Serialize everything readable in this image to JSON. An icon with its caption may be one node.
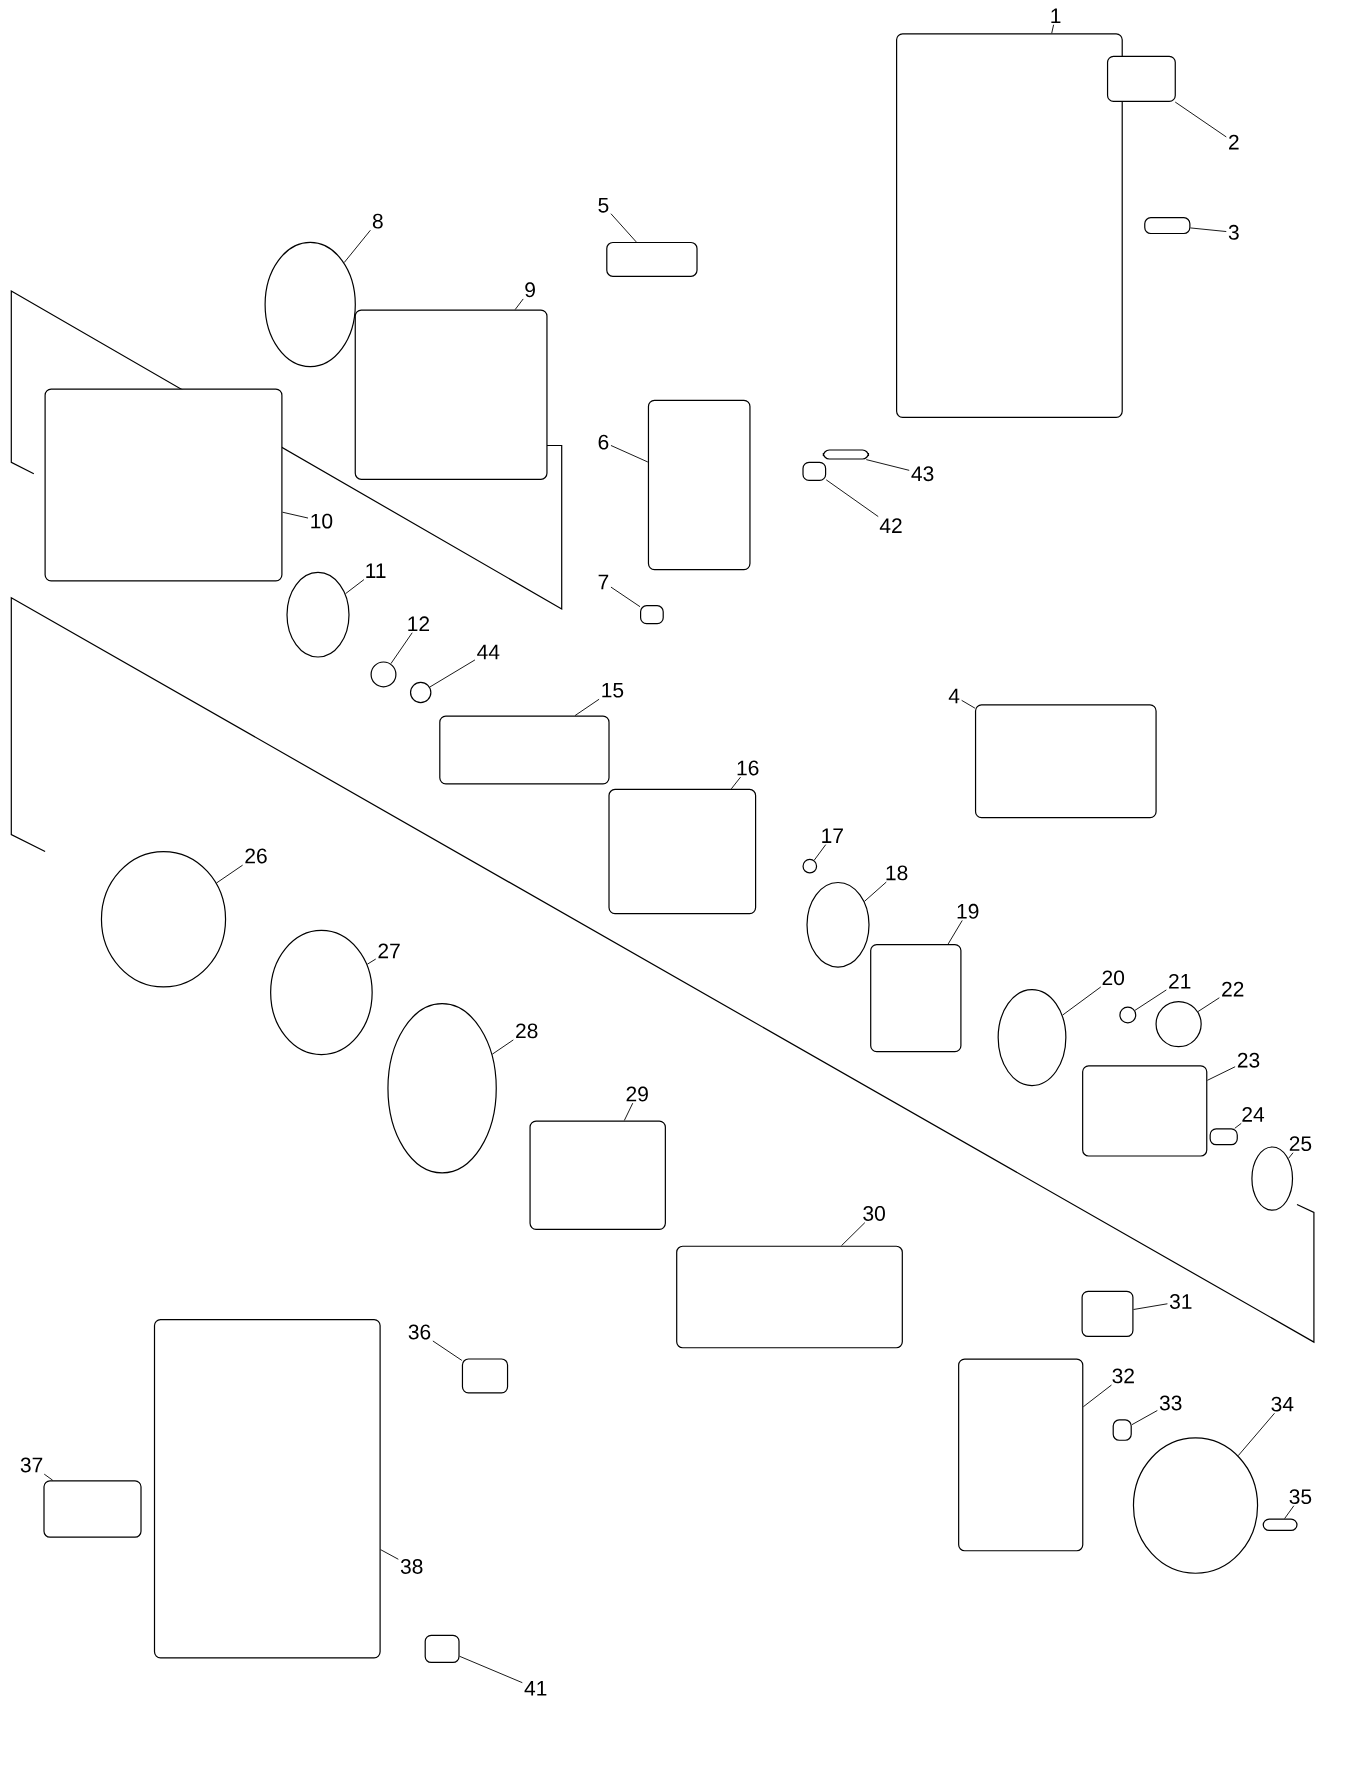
{
  "diagram": {
    "nodes": [
      {
        "text": [
          "1"
        ]
      },
      {
        "text": [],
        "shape": "box"
      },
      {
        "text": [
          "2"
        ]
      },
      {
        "text": [],
        "shape": "box"
      },
      {
        "text": [
          "3"
        ]
      },
      {
        "text": [],
        "shape": "box"
      },
      {
        "text": [
          "5"
        ]
      },
      {
        "text": [],
        "shape": "box"
      },
      {
        "text": [
          "8"
        ]
      },
      {
        "text": [],
        "shape": "circle"
      },
      {
        "text": [
          "9"
        ]
      },
      {
        "text": [],
        "shape": "box"
      },
      {
        "text": [
          "6"
        ]
      },
      {
        "text": [],
        "shape": "box"
      },
      {
        "text": [
          "43"
        ]
      },
      {
        "text": [],
        "shape": "box"
      },
      {
        "text": [
          "42"
        ]
      },
      {
        "text": [],
        "shape": "box"
      },
      {
        "text": [
          "10"
        ]
      },
      {
        "text": [],
        "shape": "box"
      },
      {
        "text": [
          "11"
        ]
      },
      {
        "text": [],
        "shape": "circle"
      },
      {
        "text": [
          "7"
        ]
      },
      {
        "text": [],
        "shape": "box"
      },
      {
        "text": [
          "12"
        ]
      },
      {
        "text": [],
        "shape": "circle"
      },
      {
        "text": [
          "44"
        ]
      },
      {
        "text": [],
        "shape": "circle"
      },
      {
        "text": [
          "15"
        ]
      },
      {
        "text": [],
        "shape": "box"
      },
      {
        "text": [
          "4"
        ]
      },
      {
        "text": [],
        "shape": "box"
      },
      {
        "text": [
          "16"
        ]
      },
      {
        "text": [],
        "shape": "box"
      },
      {
        "text": [
          "17"
        ]
      },
      {
        "text": [],
        "shape": "circle"
      },
      {
        "text": [
          "26"
        ]
      },
      {
        "text": [],
        "shape": "circle"
      },
      {
        "text": [
          "18"
        ]
      },
      {
        "text": [],
        "shape": "circle"
      },
      {
        "text": [
          "19"
        ]
      },
      {
        "text": [],
        "shape": "box"
      },
      {
        "text": [
          "27"
        ]
      },
      {
        "text": [],
        "shape": "circle"
      },
      {
        "text": [
          "20"
        ]
      },
      {
        "text": [],
        "shape": "circle"
      },
      {
        "text": [
          "21"
        ]
      },
      {
        "text": [],
        "shape": "circle"
      },
      {
        "text": [
          "22"
        ]
      },
      {
        "text": [],
        "shape": "circle"
      },
      {
        "text": [
          "28"
        ]
      },
      {
        "text": [],
        "shape": "circle"
      },
      {
        "text": [
          "23"
        ]
      },
      {
        "text": [],
        "shape": "box"
      },
      {
        "text": [
          "24"
        ]
      },
      {
        "text": [],
        "shape": "box"
      },
      {
        "text": [
          "25"
        ]
      },
      {
        "text": [],
        "shape": "circle"
      },
      {
        "text": [
          "29"
        ]
      },
      {
        "text": [],
        "shape": "box"
      },
      {
        "text": [
          "30"
        ]
      },
      {
        "text": [],
        "shape": "box"
      },
      {
        "text": [
          "31"
        ]
      },
      {
        "text": [],
        "shape": "box"
      },
      {
        "text": [
          "36"
        ]
      },
      {
        "text": [],
        "shape": "box"
      },
      {
        "text": [
          "32"
        ]
      },
      {
        "text": [],
        "shape": "box"
      },
      {
        "text": [
          "33"
        ]
      },
      {
        "text": [],
        "shape": "box"
      },
      {
        "text": [
          "34"
        ]
      },
      {
        "text": [],
        "shape": "circle"
      },
      {
        "text": [
          "37"
        ]
      },
      {
        "text": [],
        "shape": "box"
      },
      {
        "text": [
          "35"
        ]
      },
      {
        "text": [],
        "shape": "box"
      },
      {
        "text": [
          "38"
        ]
      },
      {
        "text": [],
        "shape": "box"
      },
      {
        "text": [
          "41"
        ]
      },
      {
        "text": [],
        "shape": "box"
      }
    ],
    "edges": [
      {
        "from": 0,
        "to": 1,
        "arrow": "none"
      },
      {
        "from": 2,
        "to": 3,
        "arrow": "none"
      },
      {
        "from": 4,
        "to": 5,
        "arrow": "none"
      },
      {
        "from": 6,
        "to": 7,
        "arrow": "none"
      },
      {
        "from": 8,
        "to": 9,
        "arrow": "none"
      },
      {
        "from": 10,
        "to": 11,
        "arrow": "none"
      },
      {
        "from": 12,
        "to": 13,
        "arrow": "none"
      },
      {
        "from": 14,
        "to": 15,
        "arrow": "none"
      },
      {
        "from": 16,
        "to": 17,
        "arrow": "none"
      },
      {
        "from": 18,
        "to": 19,
        "arrow": "none"
      },
      {
        "from": 20,
        "to": 21,
        "arrow": "none"
      },
      {
        "from": 22,
        "to": 23,
        "arrow": "none"
      },
      {
        "from": 24,
        "to": 25,
        "arrow": "none"
      },
      {
        "from": 26,
        "to": 27,
        "arrow": "none"
      },
      {
        "from": 28,
        "to": 29,
        "arrow": "none"
      },
      {
        "from": 30,
        "to": 31,
        "arrow": "none"
      },
      {
        "from": 32,
        "to": 33,
        "arrow": "none"
      },
      {
        "from": 34,
        "to": 35,
        "arrow": "none"
      },
      {
        "from": 36,
        "to": 37,
        "arrow": "none"
      },
      {
        "from": 38,
        "to": 39,
        "arrow": "none"
      },
      {
        "from": 40,
        "to": 41,
        "arrow": "none"
      },
      {
        "from": 42,
        "to": 43,
        "arrow": "none"
      },
      {
        "from": 44,
        "to": 45,
        "arrow": "none"
      },
      {
        "from": 46,
        "to": 47,
        "arrow": "none"
      },
      {
        "from": 48,
        "to": 49,
        "arrow": "none"
      },
      {
        "from": 50,
        "to": 51,
        "arrow": "none"
      },
      {
        "from": 52,
        "to": 53,
        "arrow": "none"
      },
      {
        "from": 54,
        "to": 55,
        "arrow": "none"
      },
      {
        "from": 56,
        "to": 57,
        "arrow": "none"
      },
      {
        "from": 58,
        "to": 59,
        "arrow": "none"
      },
      {
        "from": 60,
        "to": 61,
        "arrow": "none"
      },
      {
        "from": 62,
        "to": 63,
        "arrow": "none"
      },
      {
        "from": 64,
        "to": 65,
        "arrow": "none"
      },
      {
        "from": 66,
        "to": 67,
        "arrow": "none"
      },
      {
        "from": 68,
        "to": 69,
        "arrow": "none"
      },
      {
        "from": 70,
        "to": 71,
        "arrow": "none"
      },
      {
        "from": 72,
        "to": 73,
        "arrow": "none"
      },
      {
        "from": 74,
        "to": 75,
        "arrow": "none"
      },
      {
        "from": 76,
        "to": 77,
        "arrow": "none"
      },
      {
        "from": 78,
        "to": 79,
        "arrow": "none"
      }
    ]
  }
}
